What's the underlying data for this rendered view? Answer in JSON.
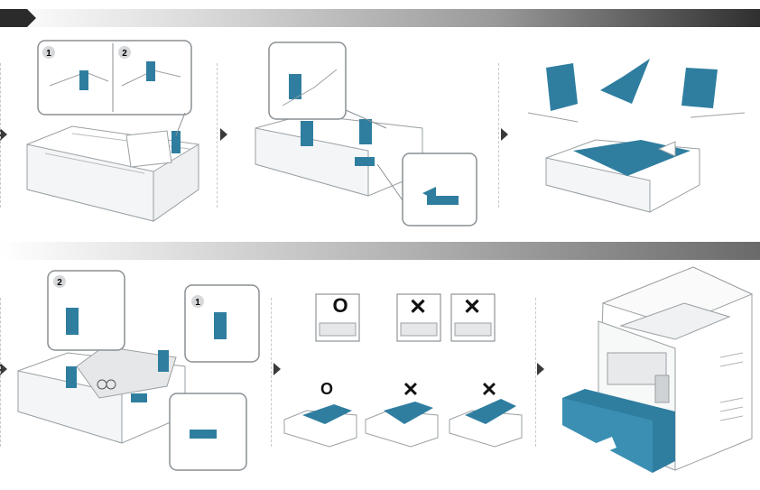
{
  "step_bar": {
    "accent": "#2b2b2b"
  },
  "step1": {
    "callouts": [
      "1",
      "2"
    ]
  },
  "step5": {
    "callouts": [
      "2",
      "1"
    ]
  },
  "step6": {
    "correct_mark": "O",
    "wrong_mark": "✕"
  },
  "colors": {
    "paper_blue": "#2f7ea0",
    "line": "#9aa0a4",
    "arrow": "#3a3a3a"
  }
}
